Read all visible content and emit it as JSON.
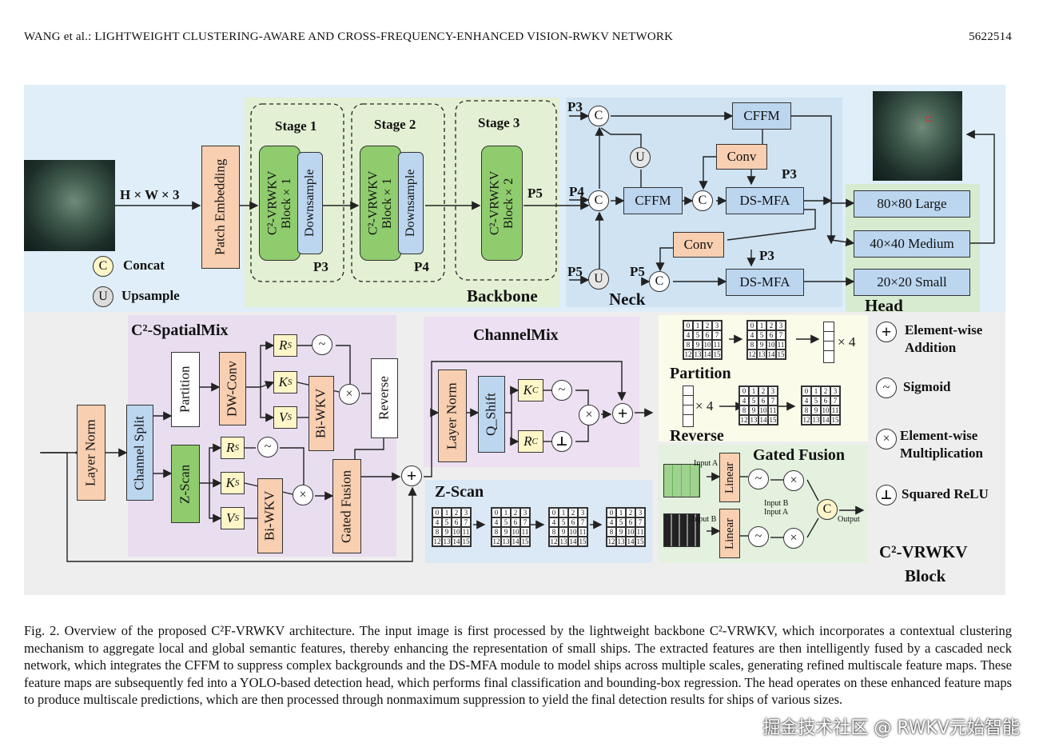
{
  "header": {
    "left": "WANG et al.: LIGHTWEIGHT CLUSTERING-AWARE AND CROSS-FREQUENCY-ENHANCED VISION-RWKV NETWORK",
    "right": "5622514"
  },
  "figure": {
    "input_dims": "H × W × 3",
    "patch_embedding": "Patch Embedding",
    "stage1": "Stage 1",
    "stage2": "Stage 2",
    "stage3": "Stage 3",
    "block1": "C²-VRWKV Block×1",
    "block2": "C²-VRWKV Block×1",
    "block3": "C²-VRWKV Block×2",
    "downsample": "Downsample",
    "p3": "P3",
    "p4": "P4",
    "p5": "P5",
    "backbone": "Backbone",
    "neck": "Neck",
    "head": "Head",
    "cffm": "CFFM",
    "conv": "Conv",
    "dsmfa": "DS-MFA",
    "concat_sym": "C",
    "upsample_sym": "U",
    "legend_concat": "Concat",
    "legend_upsample": "Upsample",
    "head_large": "80×80 Large",
    "head_medium": "40×40 Medium",
    "head_small": "20×20 Small",
    "spatialmix": "C²-SpatialMix",
    "channelmix": "ChannelMix",
    "layer_norm": "Layer Norm",
    "channel_split": "Channel Split",
    "partition_box": "Partition",
    "dwconv": "DW-Conv",
    "zscan_box": "Z-Scan",
    "biwkv": "Bi-WKV",
    "reverse_box": "Reverse",
    "gated_fusion_box": "Gated Fusion",
    "q_shift": "Q_Shift",
    "rs": "R",
    "ks": "K",
    "vs": "V",
    "sub_s": "S",
    "kc": "K",
    "rc": "R",
    "sub_c": "C",
    "partition_title": "Partition",
    "reverse_title": "Reverse",
    "times4": "× 4",
    "gated_fusion_title": "Gated Fusion",
    "linear": "Linear",
    "input_a": "Input A",
    "input_b": "Input B",
    "output": "Output",
    "zscan_title": "Z-Scan",
    "legend_add": "Element-wise Addition",
    "legend_sigmoid": "Sigmoid",
    "legend_mult": "Element-wise Multiplication",
    "legend_relu": "Squared ReLU",
    "block_title_1": "C²-VRWKV",
    "block_title_2": "Block",
    "grid_numbers": [
      "0",
      "1",
      "2",
      "3",
      "4",
      "5",
      "6",
      "7",
      "8",
      "9",
      "10",
      "11",
      "12",
      "13",
      "14",
      "15"
    ]
  },
  "caption": "Fig. 2.  Overview of the proposed C²F-VRWKV architecture. The input image is first processed by the lightweight backbone C²-VRWKV, which incorporates a contextual clustering mechanism to aggregate local and global semantic features, thereby enhancing the representation of small ships. The extracted features are then intelligently fused by a cascaded neck network, which integrates the CFFM to suppress complex backgrounds and the DS-MFA module to model ships across multiple scales, generating refined multiscale feature maps. These feature maps are subsequently fed into a YOLO-based detection head, which performs final classification and bounding-box regression. The head operates on these enhanced feature maps to produce multiscale predictions, which are then processed through nonmaximum suppression to yield the final detection results for ships of various sizes.",
  "watermark": "掘金技术社区 @ RWKV元始智能",
  "colors": {
    "top_bg": "#dfeef8",
    "bottom_bg": "#eeeeee",
    "backbone_bg": "#e3f0d3",
    "neck_bg": "#cfe3f3",
    "head_bg": "#d6ebcf",
    "spatial_bg": "#e9def0"
  }
}
